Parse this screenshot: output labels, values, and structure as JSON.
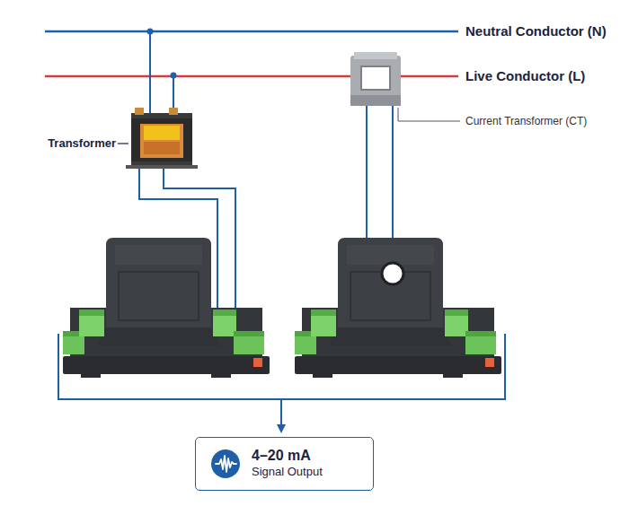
{
  "diagram": {
    "nodes": [
      {
        "text": [
          "4–20 mA",
          "Signal Output"
        ]
      }
    ],
    "labels": [
      "Neutral Conductor (N)",
      "Live Conductor (L)",
      "Transformer",
      "Current Transformer (CT)"
    ]
  }
}
